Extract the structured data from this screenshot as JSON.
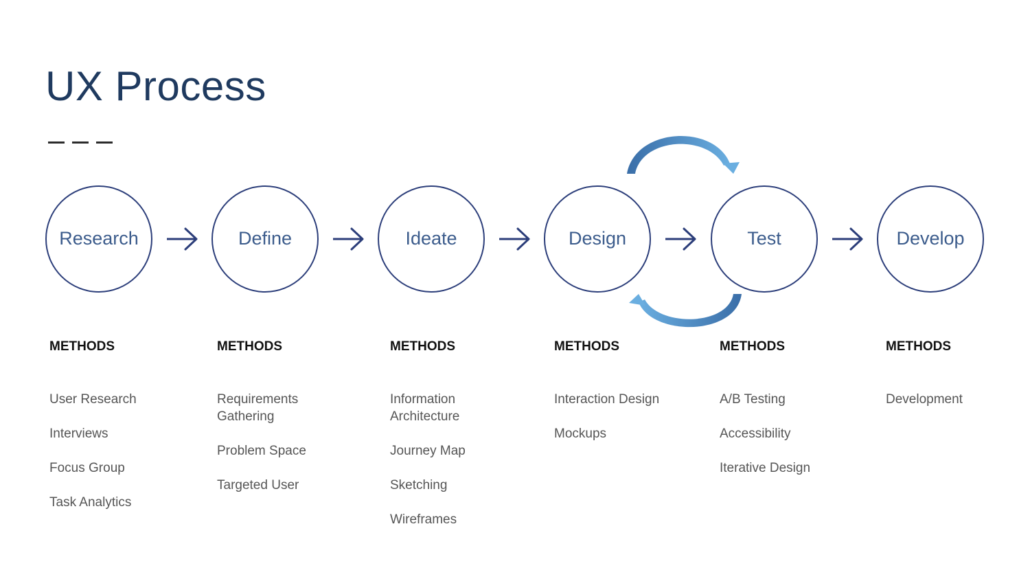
{
  "title": "UX Process",
  "colors": {
    "title": "#1f3a5f",
    "circle_stroke": "#2c3e7a",
    "stage_text": "#3c5c8c",
    "arrow": "#2c3e7a",
    "loop_arrow_light": "#6aaee0",
    "loop_arrow_dark": "#3a6ea8",
    "heading": "#111111",
    "item": "#555555"
  },
  "stages": [
    {
      "label": "Research",
      "methods_heading": "METHODS",
      "methods": [
        "User Research",
        "Interviews",
        "Focus Group",
        "Task Analytics"
      ]
    },
    {
      "label": "Define",
      "methods_heading": "METHODS",
      "methods": [
        "Requirements\nGathering",
        "Problem Space",
        "Targeted User"
      ]
    },
    {
      "label": "Ideate",
      "methods_heading": "METHODS",
      "methods": [
        "Information\nArchitecture",
        "Journey Map",
        "Sketching",
        "Wireframes"
      ]
    },
    {
      "label": "Design",
      "methods_heading": "METHODS",
      "methods": [
        "Interaction Design",
        "Mockups"
      ]
    },
    {
      "label": "Test",
      "methods_heading": "METHODS",
      "methods": [
        "A/B Testing",
        "Accessibility",
        "Iterative Design"
      ]
    },
    {
      "label": "Develop",
      "methods_heading": "METHODS",
      "methods": [
        "Development"
      ]
    }
  ],
  "icons": {
    "flow_arrow": "right-arrow-icon",
    "loop_arrow_forward": "curved-arrow-forward-icon",
    "loop_arrow_back": "curved-arrow-back-icon"
  }
}
